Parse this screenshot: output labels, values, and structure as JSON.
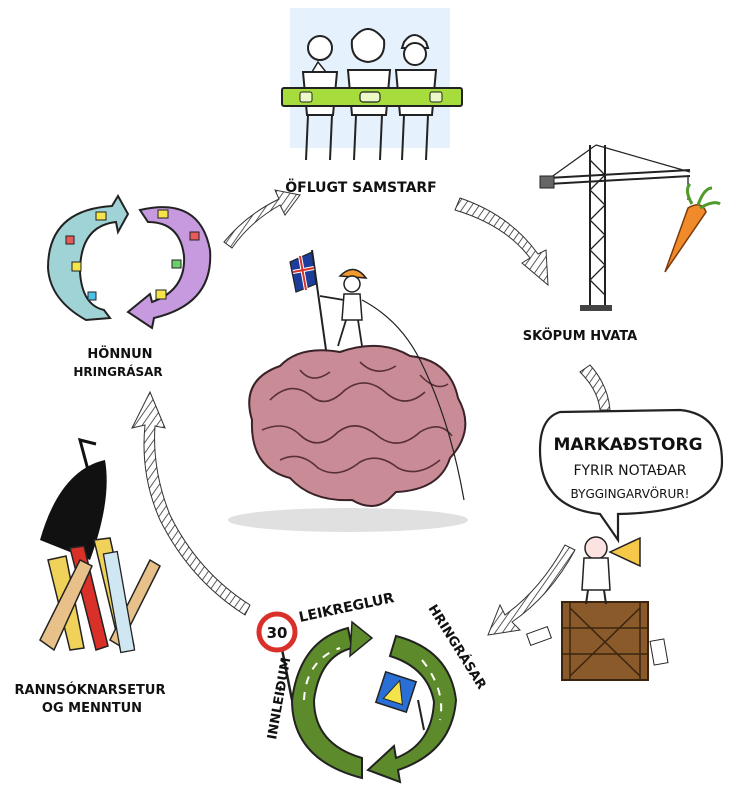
{
  "nodes": {
    "collab": "ÖFLUGT SAMSTARF",
    "incentives": "SKÖPUM HVATA",
    "design_line1": "HÖNNUN",
    "design_line2": "HRINGRÁSAR",
    "research_line1": "RANNSÓKNARSETUR",
    "research_line2": "OG MENNTUN",
    "rules_line1": "INNLEIÐUM",
    "rules_line2": "LEIKREGLUR",
    "rules_line3": "HRINGRÁSAR"
  },
  "speech_bubble": {
    "line1": "MARKAÐSTORG",
    "line2": "FYRIR NOTAÐAR",
    "line3": "BYGGINGARVÖRUR!"
  },
  "speed_sign": "30",
  "colors": {
    "road_green": "#5d8a2a",
    "level_green": "#a6dc3c",
    "brain_pink": "#c98c96",
    "arrow_teal": "#9fd3d6",
    "arrow_purple": "#c79ae0",
    "crate_brown": "#8b5a2b",
    "carrot_orange": "#f08a2a",
    "sign_blue": "#2a6fd6",
    "flag_blue": "#1c3d9c",
    "flag_red": "#d9302a"
  },
  "icons": [
    "team-illustration",
    "crane-carrot-illustration",
    "circular-arrows-illustration",
    "brain-climber-illustration",
    "megaphone-crate-illustration",
    "books-pencils-illustration",
    "roundabout-illustration"
  ]
}
